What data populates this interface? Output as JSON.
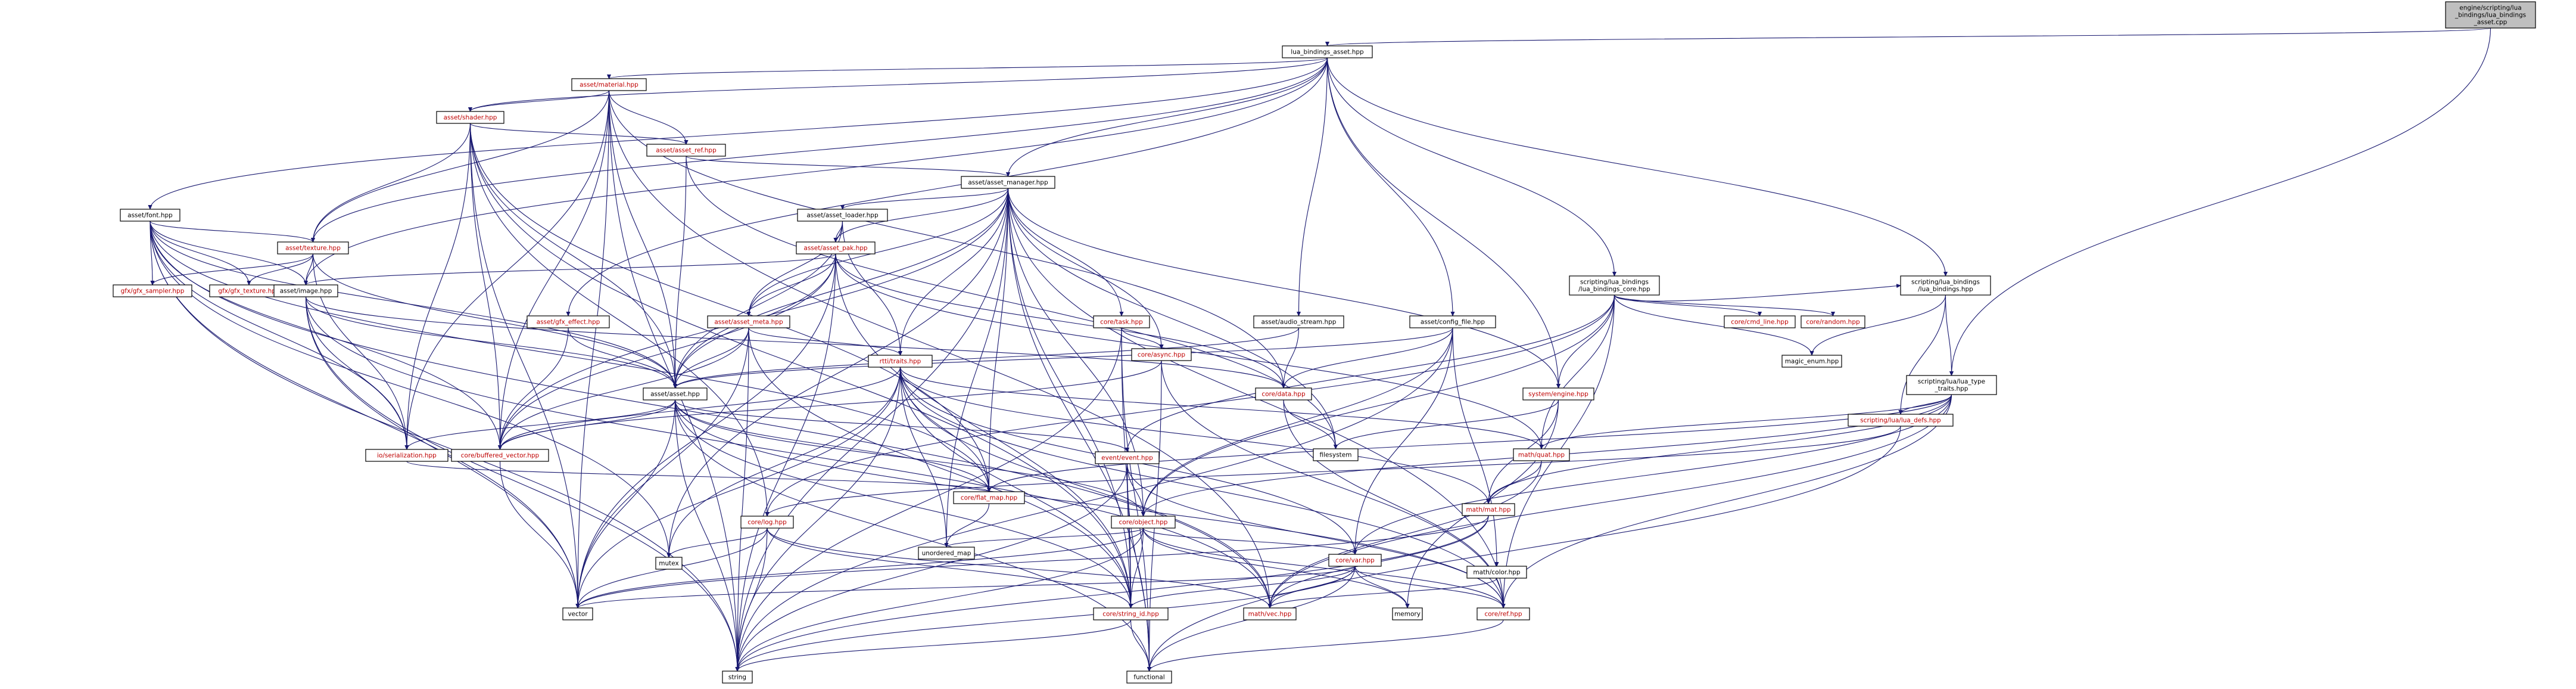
{
  "graph": {
    "nodes": [
      {
        "id": "root",
        "lines": [
          "engine/scripting/lua",
          "_bindings/lua_bindings",
          "_asset.cpp"
        ],
        "style": "root"
      },
      {
        "id": "lba",
        "lines": [
          "lua_bindings_asset.hpp"
        ],
        "style": "normal"
      },
      {
        "id": "material",
        "lines": [
          "asset/material.hpp"
        ],
        "style": "red"
      },
      {
        "id": "shader",
        "lines": [
          "asset/shader.hpp"
        ],
        "style": "red"
      },
      {
        "id": "assetref",
        "lines": [
          "asset/asset_ref.hpp"
        ],
        "style": "red"
      },
      {
        "id": "assetmgr",
        "lines": [
          "asset/asset_manager.hpp"
        ],
        "style": "normal"
      },
      {
        "id": "font",
        "lines": [
          "asset/font.hpp"
        ],
        "style": "normal"
      },
      {
        "id": "texture",
        "lines": [
          "asset/texture.hpp"
        ],
        "style": "red"
      },
      {
        "id": "loader",
        "lines": [
          "asset/asset_loader.hpp"
        ],
        "style": "normal"
      },
      {
        "id": "pak",
        "lines": [
          "asset/asset_pak.hpp"
        ],
        "style": "red"
      },
      {
        "id": "gfxsampler",
        "lines": [
          "gfx/gfx_sampler.hpp"
        ],
        "style": "red"
      },
      {
        "id": "gfxtexture",
        "lines": [
          "gfx/gfx_texture.hpp"
        ],
        "style": "red"
      },
      {
        "id": "image",
        "lines": [
          "asset/image.hpp"
        ],
        "style": "normal"
      },
      {
        "id": "gfxeffect",
        "lines": [
          "asset/gfx_effect.hpp"
        ],
        "style": "red"
      },
      {
        "id": "meta",
        "lines": [
          "asset/asset_meta.hpp"
        ],
        "style": "red"
      },
      {
        "id": "task",
        "lines": [
          "core/task.hpp"
        ],
        "style": "red"
      },
      {
        "id": "async",
        "lines": [
          "core/async.hpp"
        ],
        "style": "red"
      },
      {
        "id": "rtti",
        "lines": [
          "rtti/traits.hpp"
        ],
        "style": "red"
      },
      {
        "id": "audio",
        "lines": [
          "asset/audio_stream.hpp"
        ],
        "style": "normal"
      },
      {
        "id": "configfile",
        "lines": [
          "asset/config_file.hpp"
        ],
        "style": "normal"
      },
      {
        "id": "lbcore",
        "lines": [
          "scripting/lua_bindings",
          "/lua_bindings_core.hpp"
        ],
        "style": "normal"
      },
      {
        "id": "cmdline",
        "lines": [
          "core/cmd_line.hpp"
        ],
        "style": "red"
      },
      {
        "id": "random",
        "lines": [
          "core/random.hpp"
        ],
        "style": "red"
      },
      {
        "id": "lbhpp",
        "lines": [
          "scripting/lua_bindings",
          "/lua_bindings.hpp"
        ],
        "style": "normal"
      },
      {
        "id": "luatype",
        "lines": [
          "scripting/lua/lua_type",
          "_traits.hpp"
        ],
        "style": "normal"
      },
      {
        "id": "magicenum",
        "lines": [
          "magic_enum.hpp"
        ],
        "style": "normal"
      },
      {
        "id": "luadefs",
        "lines": [
          "scripting/lua/lua_defs.hpp"
        ],
        "style": "red"
      },
      {
        "id": "asset",
        "lines": [
          "asset/asset.hpp"
        ],
        "style": "normal"
      },
      {
        "id": "coredata",
        "lines": [
          "core/data.hpp"
        ],
        "style": "red"
      },
      {
        "id": "engine",
        "lines": [
          "system/engine.hpp"
        ],
        "style": "red"
      },
      {
        "id": "filesystem",
        "lines": [
          "filesystem"
        ],
        "style": "normal"
      },
      {
        "id": "serialization",
        "lines": [
          "io/serialization.hpp"
        ],
        "style": "red"
      },
      {
        "id": "bufvec",
        "lines": [
          "core/buffered_vector.hpp"
        ],
        "style": "red"
      },
      {
        "id": "event",
        "lines": [
          "event/event.hpp"
        ],
        "style": "red"
      },
      {
        "id": "mathquat",
        "lines": [
          "math/quat.hpp"
        ],
        "style": "red"
      },
      {
        "id": "flatmap",
        "lines": [
          "core/flat_map.hpp"
        ],
        "style": "red"
      },
      {
        "id": "log",
        "lines": [
          "core/log.hpp"
        ],
        "style": "red"
      },
      {
        "id": "object",
        "lines": [
          "core/object.hpp"
        ],
        "style": "red"
      },
      {
        "id": "mathmat",
        "lines": [
          "math/mat.hpp"
        ],
        "style": "red"
      },
      {
        "id": "unorderedmap",
        "lines": [
          "unordered_map"
        ],
        "style": "normal"
      },
      {
        "id": "mutex",
        "lines": [
          "mutex"
        ],
        "style": "normal"
      },
      {
        "id": "var",
        "lines": [
          "core/var.hpp"
        ],
        "style": "red"
      },
      {
        "id": "mathcolor",
        "lines": [
          "math/color.hpp"
        ],
        "style": "normal"
      },
      {
        "id": "vector",
        "lines": [
          "vector"
        ],
        "style": "normal"
      },
      {
        "id": "memory",
        "lines": [
          "memory"
        ],
        "style": "normal"
      },
      {
        "id": "stringid",
        "lines": [
          "core/string_id.hpp"
        ],
        "style": "red"
      },
      {
        "id": "mathvec",
        "lines": [
          "math/vec.hpp"
        ],
        "style": "red"
      },
      {
        "id": "coreref",
        "lines": [
          "core/ref.hpp"
        ],
        "style": "red"
      },
      {
        "id": "string",
        "lines": [
          "string"
        ],
        "style": "normal"
      },
      {
        "id": "functional",
        "lines": [
          "functional"
        ],
        "style": "normal"
      }
    ],
    "edges": [
      [
        "root",
        "lba"
      ],
      [
        "root",
        "luatype"
      ],
      [
        "lba",
        "material"
      ],
      [
        "lba",
        "shader"
      ],
      [
        "lba",
        "assetmgr"
      ],
      [
        "lba",
        "font"
      ],
      [
        "lba",
        "texture"
      ],
      [
        "lba",
        "image"
      ],
      [
        "lba",
        "gfxeffect"
      ],
      [
        "lba",
        "audio"
      ],
      [
        "lba",
        "configfile"
      ],
      [
        "lba",
        "lbcore"
      ],
      [
        "lba",
        "lbhpp"
      ],
      [
        "lba",
        "engine"
      ],
      [
        "material",
        "shader"
      ],
      [
        "material",
        "assetref"
      ],
      [
        "material",
        "texture"
      ],
      [
        "material",
        "asset"
      ],
      [
        "material",
        "bufvec"
      ],
      [
        "material",
        "serialization"
      ],
      [
        "material",
        "coredata"
      ],
      [
        "material",
        "mathvec"
      ],
      [
        "material",
        "string"
      ],
      [
        "material",
        "vector"
      ],
      [
        "shader",
        "assetref"
      ],
      [
        "shader",
        "texture"
      ],
      [
        "shader",
        "asset"
      ],
      [
        "shader",
        "bufvec"
      ],
      [
        "shader",
        "serialization"
      ],
      [
        "shader",
        "flatmap"
      ],
      [
        "shader",
        "stringid"
      ],
      [
        "shader",
        "vector"
      ],
      [
        "shader",
        "log"
      ],
      [
        "assetref",
        "assetmgr"
      ],
      [
        "assetref",
        "asset"
      ],
      [
        "assetref",
        "filesystem"
      ],
      [
        "assetmgr",
        "loader"
      ],
      [
        "assetmgr",
        "pak"
      ],
      [
        "assetmgr",
        "meta"
      ],
      [
        "assetmgr",
        "task"
      ],
      [
        "assetmgr",
        "async"
      ],
      [
        "assetmgr",
        "rtti"
      ],
      [
        "assetmgr",
        "asset"
      ],
      [
        "assetmgr",
        "bufvec"
      ],
      [
        "assetmgr",
        "flatmap"
      ],
      [
        "assetmgr",
        "mutex"
      ],
      [
        "assetmgr",
        "unorderedmap"
      ],
      [
        "assetmgr",
        "stringid"
      ],
      [
        "assetmgr",
        "string"
      ],
      [
        "assetmgr",
        "object"
      ],
      [
        "assetmgr",
        "engine"
      ],
      [
        "assetmgr",
        "coreref"
      ],
      [
        "assetmgr",
        "functional"
      ],
      [
        "assetmgr",
        "filesystem"
      ],
      [
        "font",
        "texture"
      ],
      [
        "font",
        "gfxsampler"
      ],
      [
        "font",
        "gfxtexture"
      ],
      [
        "font",
        "image"
      ],
      [
        "font",
        "asset"
      ],
      [
        "font",
        "bufvec"
      ],
      [
        "font",
        "serialization"
      ],
      [
        "font",
        "flatmap"
      ],
      [
        "font",
        "mathvec"
      ],
      [
        "font",
        "vector"
      ],
      [
        "font",
        "string"
      ],
      [
        "font",
        "mutex"
      ],
      [
        "texture",
        "gfxsampler"
      ],
      [
        "texture",
        "gfxtexture"
      ],
      [
        "texture",
        "image"
      ],
      [
        "texture",
        "asset"
      ],
      [
        "texture",
        "serialization"
      ],
      [
        "loader",
        "pak"
      ],
      [
        "loader",
        "meta"
      ],
      [
        "loader",
        "asset"
      ],
      [
        "loader",
        "rtti"
      ],
      [
        "pak",
        "image"
      ],
      [
        "pak",
        "meta"
      ],
      [
        "pak",
        "asset"
      ],
      [
        "pak",
        "coredata"
      ],
      [
        "pak",
        "bufvec"
      ],
      [
        "pak",
        "stringid"
      ],
      [
        "pak",
        "vector"
      ],
      [
        "pak",
        "string"
      ],
      [
        "pak",
        "mathquat"
      ],
      [
        "image",
        "asset"
      ],
      [
        "image",
        "coredata"
      ],
      [
        "image",
        "serialization"
      ],
      [
        "image",
        "mathvec"
      ],
      [
        "image",
        "vector"
      ],
      [
        "image",
        "string"
      ],
      [
        "gfxeffect",
        "asset"
      ],
      [
        "gfxeffect",
        "bufvec"
      ],
      [
        "meta",
        "asset"
      ],
      [
        "meta",
        "rtti"
      ],
      [
        "meta",
        "bufvec"
      ],
      [
        "meta",
        "stringid"
      ],
      [
        "meta",
        "vector"
      ],
      [
        "meta",
        "string"
      ],
      [
        "task",
        "async"
      ],
      [
        "task",
        "stringid"
      ],
      [
        "task",
        "string"
      ],
      [
        "task",
        "functional"
      ],
      [
        "async",
        "bufvec"
      ],
      [
        "async",
        "coreref"
      ],
      [
        "async",
        "functional"
      ],
      [
        "rtti",
        "bufvec"
      ],
      [
        "rtti",
        "flatmap"
      ],
      [
        "rtti",
        "stringid"
      ],
      [
        "rtti",
        "string"
      ],
      [
        "rtti",
        "vector"
      ],
      [
        "rtti",
        "mathvec"
      ],
      [
        "rtti",
        "mathquat"
      ],
      [
        "rtti",
        "mathmat"
      ],
      [
        "rtti",
        "mutex"
      ],
      [
        "rtti",
        "unorderedmap"
      ],
      [
        "rtti",
        "var"
      ],
      [
        "rtti",
        "coreref"
      ],
      [
        "audio",
        "asset"
      ],
      [
        "audio",
        "coredata"
      ],
      [
        "configfile",
        "asset"
      ],
      [
        "configfile",
        "coredata"
      ],
      [
        "configfile",
        "mathcolor"
      ],
      [
        "configfile",
        "var"
      ],
      [
        "configfile",
        "object"
      ],
      [
        "configfile",
        "string"
      ],
      [
        "lbcore",
        "cmdline"
      ],
      [
        "lbcore",
        "random"
      ],
      [
        "lbcore",
        "lbhpp"
      ],
      [
        "lbcore",
        "engine"
      ],
      [
        "lbcore",
        "magicenum"
      ],
      [
        "lbcore",
        "event"
      ],
      [
        "lbcore",
        "mathquat"
      ],
      [
        "lbcore",
        "object"
      ],
      [
        "lbcore",
        "log"
      ],
      [
        "lbcore",
        "coreref"
      ],
      [
        "lbhpp",
        "luatype"
      ],
      [
        "lbhpp",
        "luadefs"
      ],
      [
        "lbhpp",
        "magicenum"
      ],
      [
        "luatype",
        "luadefs"
      ],
      [
        "luatype",
        "mathquat"
      ],
      [
        "luatype",
        "flatmap"
      ],
      [
        "luatype",
        "object"
      ],
      [
        "luatype",
        "var"
      ],
      [
        "luatype",
        "mathvec"
      ],
      [
        "luatype",
        "coreref"
      ],
      [
        "luatype",
        "mathmat"
      ],
      [
        "luadefs",
        "log"
      ],
      [
        "luadefs",
        "functional"
      ],
      [
        "asset",
        "serialization"
      ],
      [
        "asset",
        "bufvec"
      ],
      [
        "asset",
        "event"
      ],
      [
        "asset",
        "object"
      ],
      [
        "asset",
        "stringid"
      ],
      [
        "asset",
        "string"
      ],
      [
        "asset",
        "vector"
      ],
      [
        "asset",
        "functional"
      ],
      [
        "asset",
        "flatmap"
      ],
      [
        "asset",
        "coreref"
      ],
      [
        "coredata",
        "filesystem"
      ],
      [
        "coredata",
        "coreref"
      ],
      [
        "engine",
        "filesystem"
      ],
      [
        "engine",
        "mathmat"
      ],
      [
        "engine",
        "memory"
      ],
      [
        "serialization",
        "flatmap"
      ],
      [
        "bufvec",
        "vector"
      ],
      [
        "event",
        "object"
      ],
      [
        "event",
        "stringid"
      ],
      [
        "event",
        "string"
      ],
      [
        "event",
        "functional"
      ],
      [
        "event",
        "coreref"
      ],
      [
        "mathquat",
        "mathmat"
      ],
      [
        "mathquat",
        "mathvec"
      ],
      [
        "flatmap",
        "unorderedmap"
      ],
      [
        "log",
        "mutex"
      ],
      [
        "log",
        "stringid"
      ],
      [
        "log",
        "vector"
      ],
      [
        "log",
        "string"
      ],
      [
        "log",
        "mathvec"
      ],
      [
        "object",
        "var"
      ],
      [
        "object",
        "stringid"
      ],
      [
        "object",
        "string"
      ],
      [
        "object",
        "unorderedmap"
      ],
      [
        "object",
        "vector"
      ],
      [
        "object",
        "memory"
      ],
      [
        "object",
        "coreref"
      ],
      [
        "mathmat",
        "mathvec"
      ],
      [
        "mathmat",
        "vector"
      ],
      [
        "mathmat",
        "string"
      ],
      [
        "var",
        "mathvec"
      ],
      [
        "var",
        "stringid"
      ],
      [
        "var",
        "string"
      ],
      [
        "var",
        "vector"
      ],
      [
        "var",
        "memory"
      ],
      [
        "var",
        "coreref"
      ],
      [
        "var",
        "functional"
      ],
      [
        "mathcolor",
        "mathvec"
      ],
      [
        "stringid",
        "string"
      ],
      [
        "stringid",
        "functional"
      ],
      [
        "coreref",
        "functional"
      ]
    ]
  }
}
